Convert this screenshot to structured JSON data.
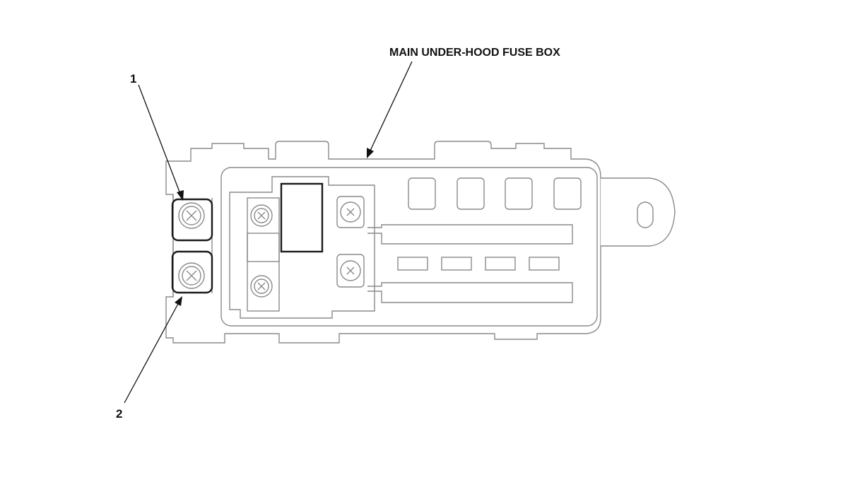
{
  "diagram": {
    "callouts": {
      "fuse_box": "MAIN UNDER-HOOD FUSE BOX",
      "part_1": "1",
      "part_2": "2"
    },
    "colors": {
      "outline": "#8a8a8a",
      "highlight": "#1a1a1a",
      "text": "#111111",
      "background": "#ffffff"
    }
  }
}
